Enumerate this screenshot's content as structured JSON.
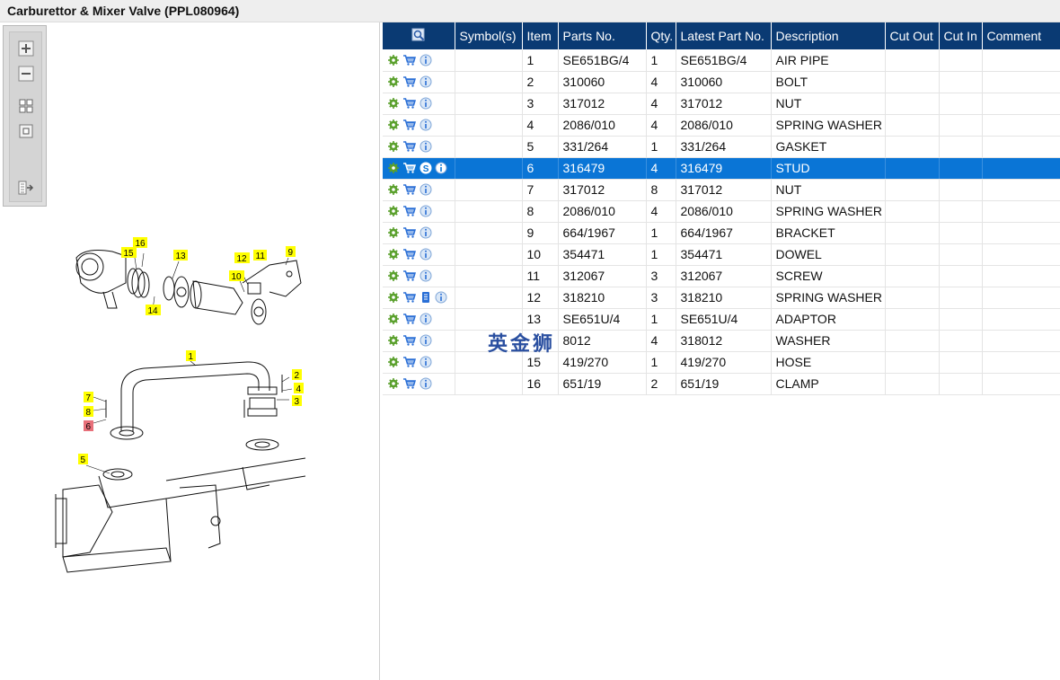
{
  "window": {
    "title": "Carburettor & Mixer Valve (PPL080964)"
  },
  "toolbar": {
    "buttons": [
      {
        "name": "zoom-in",
        "icon": "zoom-in-icon"
      },
      {
        "name": "zoom-out",
        "icon": "zoom-out-icon"
      },
      {
        "name": "fit-all",
        "icon": "fit-all-icon"
      },
      {
        "name": "fit-window",
        "icon": "fit-window-icon"
      },
      {
        "name": "export",
        "icon": "export-icon"
      }
    ]
  },
  "diagram": {
    "callouts": [
      "1",
      "2",
      "3",
      "4",
      "5",
      "6",
      "7",
      "8",
      "9",
      "10",
      "11",
      "12",
      "13",
      "14",
      "15",
      "16"
    ],
    "highlighted_callout": "6",
    "highlight_color": "#e8707a",
    "callout_color": "#ffff00"
  },
  "table": {
    "headers": {
      "icon_col": "search-icon",
      "symbol": "Symbol(s)",
      "item": "Item",
      "parts_no": "Parts No.",
      "qty": "Qty.",
      "latest_part_no": "Latest Part No.",
      "description": "Description",
      "cut_out": "Cut Out",
      "cut_in": "Cut In",
      "comment": "Comment"
    },
    "rows": [
      {
        "item": "1",
        "parts_no": "SE651BG/4",
        "qty": "1",
        "latest_part_no": "SE651BG/4",
        "description": "AIR PIPE"
      },
      {
        "item": "2",
        "parts_no": "310060",
        "qty": "4",
        "latest_part_no": "310060",
        "description": "BOLT"
      },
      {
        "item": "3",
        "parts_no": "317012",
        "qty": "4",
        "latest_part_no": "317012",
        "description": "NUT"
      },
      {
        "item": "4",
        "parts_no": "2086/010",
        "qty": "4",
        "latest_part_no": "2086/010",
        "description": "SPRING WASHER"
      },
      {
        "item": "5",
        "parts_no": "331/264",
        "qty": "1",
        "latest_part_no": "331/264",
        "description": "GASKET"
      },
      {
        "item": "6",
        "parts_no": "316479",
        "qty": "4",
        "latest_part_no": "316479",
        "description": "STUD",
        "selected": true,
        "symbol": "S"
      },
      {
        "item": "7",
        "parts_no": "317012",
        "qty": "8",
        "latest_part_no": "317012",
        "description": "NUT"
      },
      {
        "item": "8",
        "parts_no": "2086/010",
        "qty": "4",
        "latest_part_no": "2086/010",
        "description": "SPRING WASHER"
      },
      {
        "item": "9",
        "parts_no": "664/1967",
        "qty": "1",
        "latest_part_no": "664/1967",
        "description": "BRACKET"
      },
      {
        "item": "10",
        "parts_no": "354471",
        "qty": "1",
        "latest_part_no": "354471",
        "description": "DOWEL"
      },
      {
        "item": "11",
        "parts_no": "312067",
        "qty": "3",
        "latest_part_no": "312067",
        "description": "SCREW"
      },
      {
        "item": "12",
        "parts_no": "318210",
        "qty": "3",
        "latest_part_no": "318210",
        "description": "SPRING WASHER",
        "extra_icon": "document-icon"
      },
      {
        "item": "13",
        "parts_no": "SE651U/4",
        "qty": "1",
        "latest_part_no": "SE651U/4",
        "description": "ADAPTOR"
      },
      {
        "item": "",
        "parts_no": "8012",
        "qty": "4",
        "latest_part_no": "318012",
        "description": "WASHER"
      },
      {
        "item": "15",
        "parts_no": "419/270",
        "qty": "1",
        "latest_part_no": "419/270",
        "description": "HOSE"
      },
      {
        "item": "16",
        "parts_no": "651/19",
        "qty": "2",
        "latest_part_no": "651/19",
        "description": "CLAMP"
      }
    ]
  },
  "watermark": "英金狮",
  "colors": {
    "header_bg": "#0a3a73",
    "selected_row": "#0a75d6",
    "gear": "#5aa02c",
    "cart": "#2a6fd6"
  }
}
